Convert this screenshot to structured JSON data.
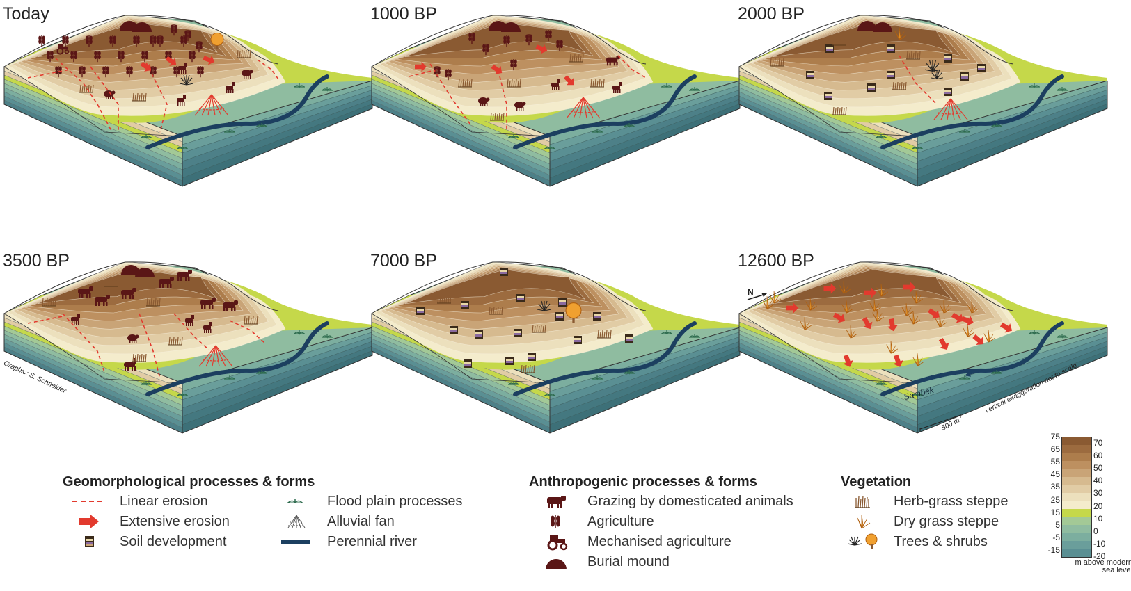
{
  "panels": [
    {
      "label": "Today",
      "mode": "today"
    },
    {
      "label": "1000 BP",
      "mode": "1000"
    },
    {
      "label": "2000 BP",
      "mode": "2000"
    },
    {
      "label": "3500 BP",
      "mode": "3500"
    },
    {
      "label": "7000 BP",
      "mode": "7000"
    },
    {
      "label": "12600 BP",
      "mode": "12600"
    }
  ],
  "annotations": {
    "credit": "Graphic: S. Schneider",
    "north": "N",
    "river_name": "Sambek",
    "exaggeration": "vertical exaggeration not to scale",
    "scale_bar": "500 m"
  },
  "legend": {
    "geomorph": {
      "title": "Geomorphological processes & forms",
      "items": [
        {
          "icon": "linear-erosion-icon",
          "label": "Linear erosion"
        },
        {
          "icon": "extensive-erosion-icon",
          "label": "Extensive erosion"
        },
        {
          "icon": "soil-development-icon",
          "label": "Soil development"
        },
        {
          "icon": "flood-plain-icon",
          "label": "Flood plain processes"
        },
        {
          "icon": "alluvial-fan-icon",
          "label": "Alluvial fan"
        },
        {
          "icon": "perennial-river-icon",
          "label": "Perennial river"
        }
      ]
    },
    "anthropogenic": {
      "title": "Anthropogenic processes & forms",
      "items": [
        {
          "icon": "cow-icon",
          "label": "Grazing by domesticated animals"
        },
        {
          "icon": "wheat-icon",
          "label": "Agriculture"
        },
        {
          "icon": "tractor-icon",
          "label": "Mechanised agriculture"
        },
        {
          "icon": "burial-mound-icon",
          "label": "Burial mound"
        }
      ]
    },
    "vegetation": {
      "title": "Vegetation",
      "items": [
        {
          "icon": "herb-grass-icon",
          "label": "Herb-grass steppe"
        },
        {
          "icon": "dry-grass-icon",
          "label": "Dry grass steppe"
        },
        {
          "icon": "tree-shrub-icon",
          "label": "Trees & shrubs"
        }
      ]
    }
  },
  "elevation_scale": {
    "left_ticks": [
      "75",
      "65",
      "55",
      "45",
      "35",
      "25",
      "15",
      "5",
      "-5",
      "-15"
    ],
    "right_ticks": [
      "70",
      "60",
      "50",
      "40",
      "30",
      "20",
      "10",
      "0",
      "-10",
      "-20"
    ],
    "caption_line1": "m above modern",
    "caption_line2": "sea level",
    "colors": [
      "#8a5a32",
      "#9c6b3f",
      "#ad7d4c",
      "#bd9060",
      "#c9a477",
      "#d6ba8f",
      "#e1cca5",
      "#ece0bd",
      "#f4eccc",
      "#c5d84a",
      "#a3c996",
      "#8fbca0",
      "#7cae9f",
      "#6a9e9b",
      "#5a8f93"
    ]
  }
}
